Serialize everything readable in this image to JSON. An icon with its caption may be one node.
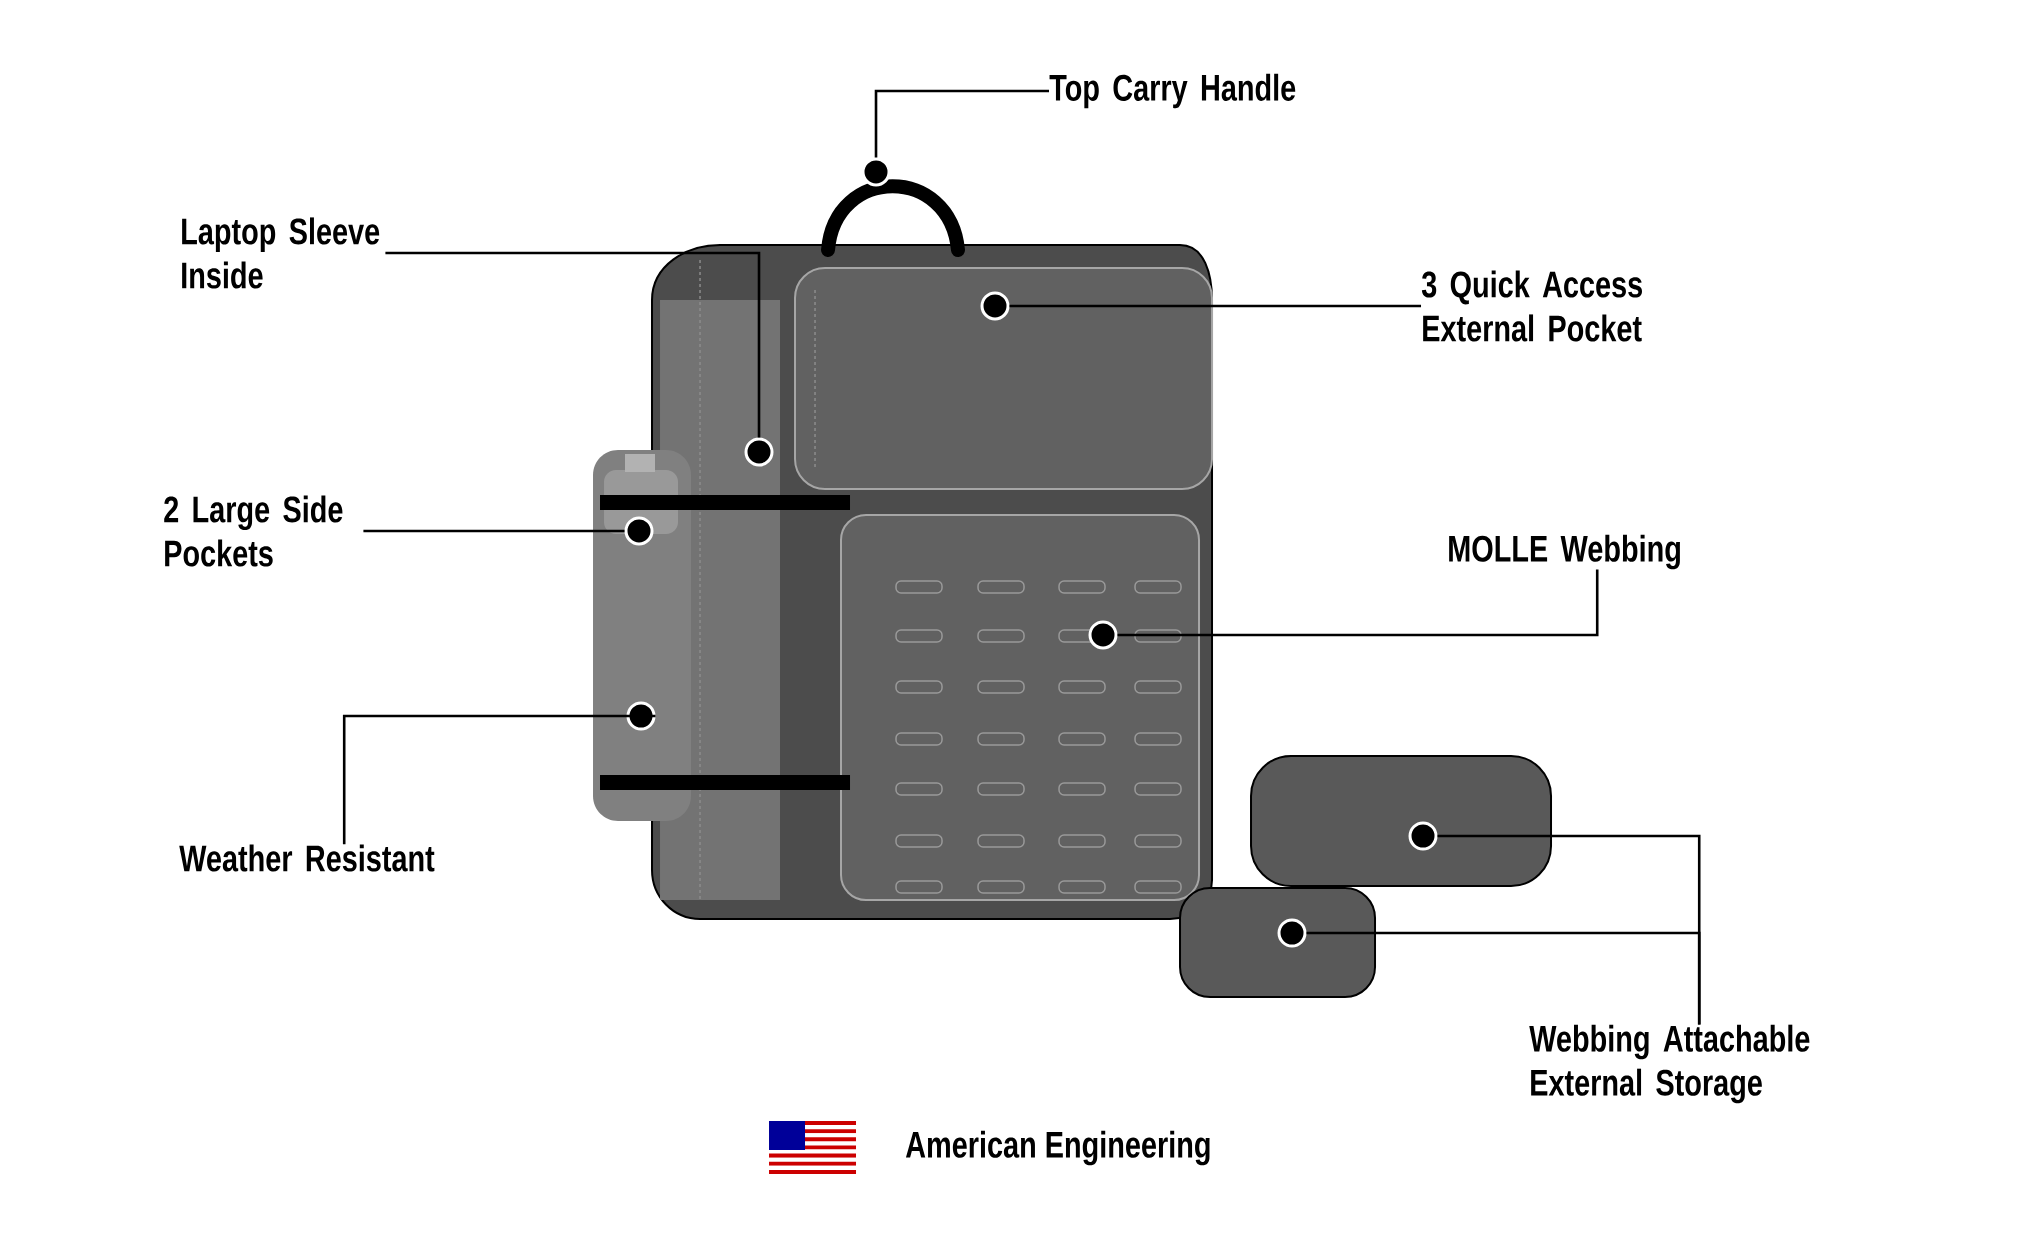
{
  "diagram": {
    "nodes": [
      {
        "text": [
          "Top Carry Handle"
        ]
      },
      {
        "text": [
          "Laptop Sleeve Inside"
        ]
      },
      {
        "text": [
          "3 Quick Access External Pocket"
        ]
      },
      {
        "text": [
          "2 Large Side Pockets"
        ]
      },
      {
        "text": [
          "MOLLE Webbing"
        ]
      },
      {
        "text": [
          "Weather Resistant"
        ]
      },
      {
        "text": [
          "Webbing Attachable External Storage"
        ]
      },
      {
        "text": [],
        "shape": "circle"
      },
      {
        "text": [],
        "shape": "circle"
      },
      {
        "text": [],
        "shape": "circle"
      },
      {
        "text": [],
        "shape": "circle"
      },
      {
        "text": [],
        "shape": "circle"
      },
      {
        "text": [],
        "shape": "circle"
      },
      {
        "text": [],
        "shape": "circle"
      },
      {
        "text": [],
        "shape": "circle"
      }
    ],
    "edges": [
      {
        "from": 0,
        "to": 10,
        "arrow": "none"
      },
      {
        "from": 1,
        "to": 9,
        "arrow": "none"
      },
      {
        "from": 2,
        "to": 11,
        "arrow": "none"
      },
      {
        "from": 3,
        "to": 7,
        "arrow": "none"
      },
      {
        "from": 4,
        "to": 12,
        "arrow": "none"
      },
      {
        "from": 5,
        "to": 8,
        "arrow": "none"
      },
      {
        "from": 6,
        "to": 14,
        "arrow": "none"
      },
      {
        "from": 6,
        "to": 13,
        "arrow": "none"
      }
    ],
    "labels": [
      "American Engineering"
    ]
  }
}
